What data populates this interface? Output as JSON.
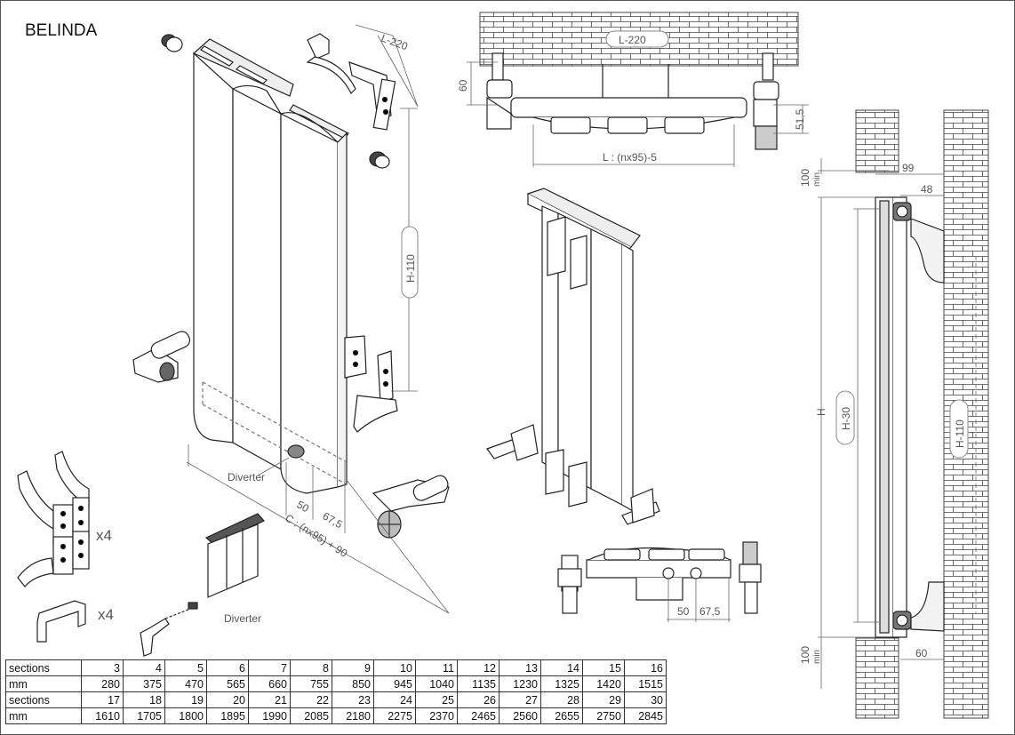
{
  "title": "BELINDA",
  "dims": {
    "l_minus_220": "L-220",
    "h_minus_110": "H-110",
    "diverter": "Diverter",
    "d50": "50",
    "d67": "67,5",
    "c_formula": "C : (nx95) + 90",
    "x4": "x4",
    "l_formula": "L : (nx95)-5",
    "d60": "60",
    "d51": "51,5",
    "min100": "100",
    "min": "min",
    "d99": "99",
    "d48": "48",
    "H": "H",
    "h_minus_30": "H-30",
    "d60_bottom": "60"
  },
  "table": {
    "rows": [
      {
        "label": "sections",
        "values": [
          "3",
          "4",
          "5",
          "6",
          "7",
          "8",
          "9",
          "10",
          "11",
          "12",
          "13",
          "14",
          "15",
          "16"
        ]
      },
      {
        "label": "mm",
        "values": [
          "280",
          "375",
          "470",
          "565",
          "660",
          "755",
          "850",
          "945",
          "1040",
          "1135",
          "1230",
          "1325",
          "1420",
          "1515"
        ]
      },
      {
        "label": "sections",
        "values": [
          "17",
          "18",
          "19",
          "20",
          "21",
          "22",
          "23",
          "24",
          "25",
          "26",
          "27",
          "28",
          "29",
          "30"
        ]
      },
      {
        "label": "mm",
        "values": [
          "1610",
          "1705",
          "1800",
          "1895",
          "1990",
          "2085",
          "2180",
          "2275",
          "2370",
          "2465",
          "2560",
          "2655",
          "2750",
          "2845"
        ]
      }
    ]
  }
}
